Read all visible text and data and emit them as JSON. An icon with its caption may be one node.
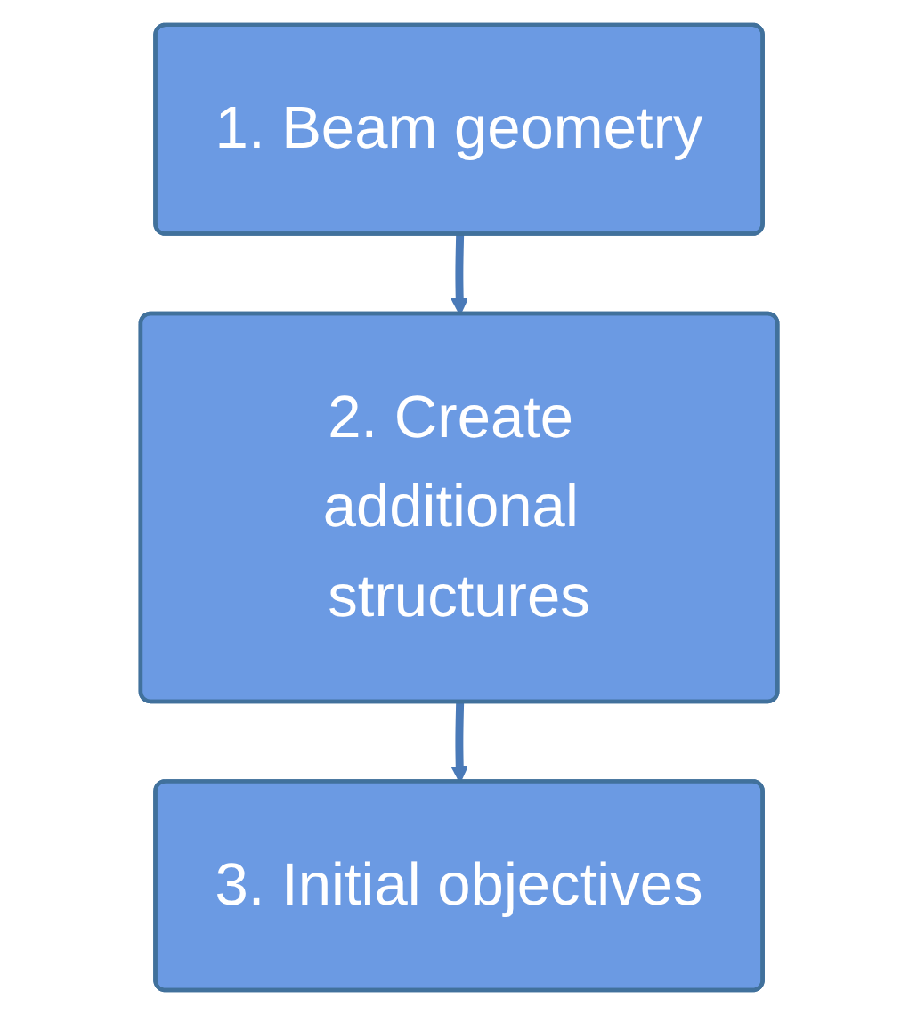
{
  "diagram": {
    "nodes": [
      {
        "text": [
          "1. Beam geometry"
        ]
      },
      {
        "text": [
          "2. Create additional structures"
        ]
      },
      {
        "text": [
          "3. Initial objectives"
        ]
      }
    ],
    "edges": [
      {
        "from": 0,
        "to": 1,
        "arrow": "to"
      },
      {
        "from": 1,
        "to": 2,
        "arrow": "to"
      }
    ]
  }
}
